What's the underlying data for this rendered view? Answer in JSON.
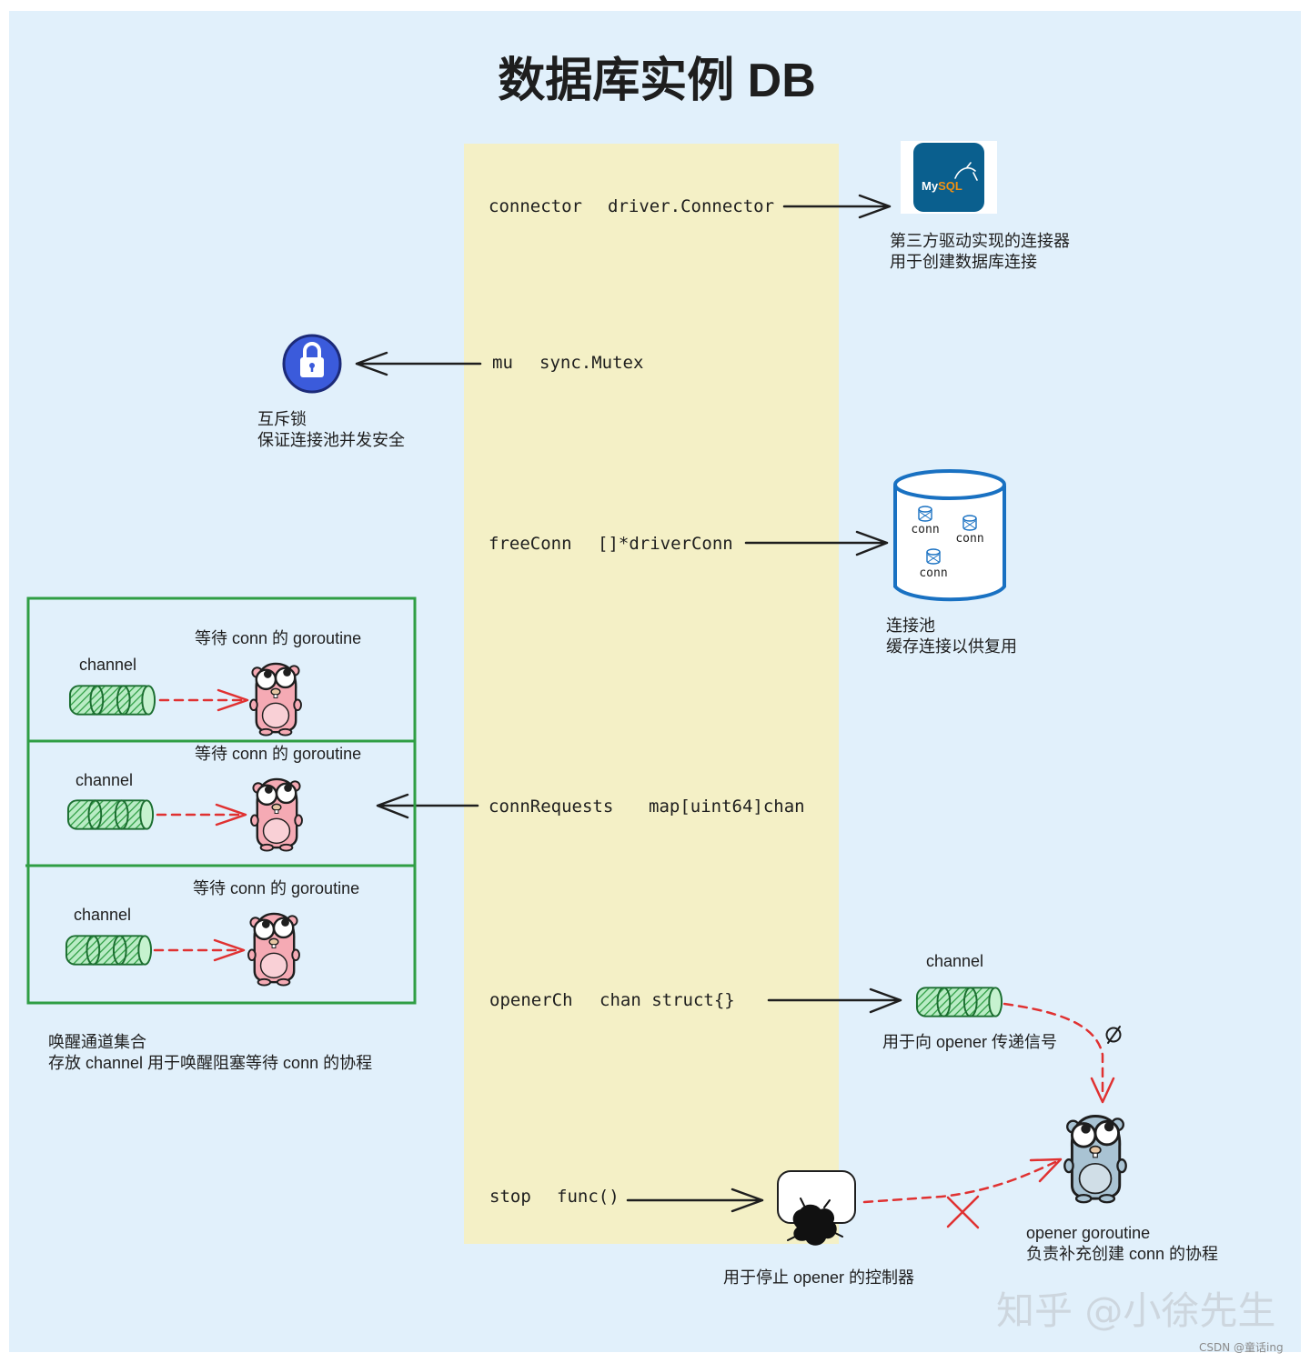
{
  "title": "数据库实例 DB",
  "fields": {
    "connector": {
      "name": "connector",
      "type": "driver.Connector"
    },
    "mu": {
      "name": "mu",
      "type": "sync.Mutex"
    },
    "freeConn": {
      "name": "freeConn",
      "type": "[]*driverConn"
    },
    "connRequests": {
      "name": "connRequests",
      "type": "map[uint64]chan"
    },
    "openerCh": {
      "name": "openerCh",
      "type": "chan struct{}"
    },
    "stop": {
      "name": "stop",
      "type": "func()"
    }
  },
  "connector_target": {
    "logo_my": "My",
    "logo_sql": "SQL",
    "desc": [
      "第三方驱动实现的连接器",
      "用于创建数据库连接"
    ]
  },
  "mutex_target": {
    "desc": [
      "互斥锁",
      "保证连接池并发安全"
    ]
  },
  "pool_target": {
    "conn_labels": [
      "conn",
      "conn",
      "conn"
    ],
    "desc": [
      "连接池",
      "缓存连接以供复用"
    ]
  },
  "requests_target": {
    "rows": [
      {
        "label": "等待 conn 的 goroutine",
        "channel": "channel"
      },
      {
        "label": "等待 conn 的 goroutine",
        "channel": "channel"
      },
      {
        "label": "等待 conn 的 goroutine",
        "channel": "channel"
      }
    ],
    "desc": [
      "唤醒通道集合",
      "存放 channel 用于唤醒阻塞等待 conn 的协程"
    ]
  },
  "opener_target": {
    "channel": "channel",
    "channel_desc": "用于向 opener 传递信号",
    "gopher_desc": [
      "opener goroutine",
      "负责补充创建 conn 的协程"
    ]
  },
  "stop_target": {
    "desc": "用于停止 opener 的控制器"
  },
  "watermark": "知乎 @小徐先生",
  "credit": "CSDN @童话ing",
  "icons": {
    "connector": "mysql-logo",
    "mutex": "lock-icon",
    "pool": "database-pool-icon",
    "pool_item": "database-icon",
    "channel": "channel-cylinder-icon",
    "waiting_goroutine": "gopher-icon",
    "opener_goroutine": "gopher-icon",
    "controller": "controller-icon",
    "blocked": "cross-icon",
    "signal": "empty-set-icon"
  },
  "colors": {
    "background": "#e1f0fb",
    "struct_fill": "#f4f0c6",
    "arrow": "#1e1e1e",
    "dashed_arrow": "#e03131",
    "group_border": "#2f9e44",
    "pool_border": "#1971c2",
    "lock_blue": "#3b5bdb",
    "mysql_blue": "#0a5f8e",
    "gopher_pink": "#f5aab4",
    "gopher_blue": "#a9c3d3"
  }
}
